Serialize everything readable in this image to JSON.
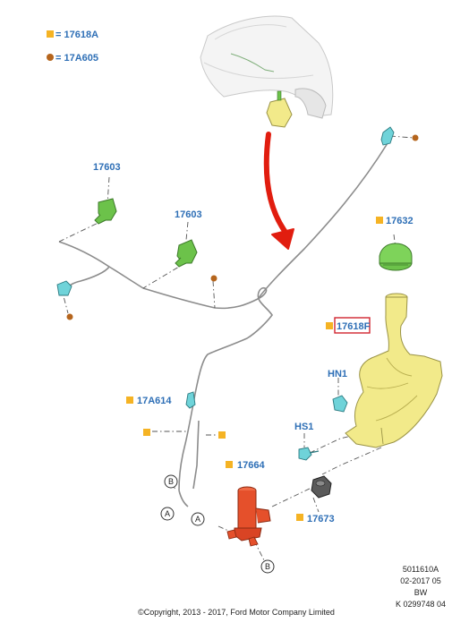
{
  "colors": {
    "part_label": "#2e6fb6",
    "square_marker": "#f5b324",
    "round_marker": "#b5651d",
    "green_part": "#6cc24a",
    "yellow_part": "#f2ea8a",
    "red_part": "#e5502b",
    "arrow": "#e11d0f",
    "highlight_box": "#d1242f"
  },
  "legend": {
    "square_part": "= 17618A",
    "round_part": "= 17A605"
  },
  "labels": {
    "nozzle_left": "17603",
    "nozzle_right": "17603",
    "cap": "17632",
    "reservoir": "17618F",
    "hn1": "HN1",
    "hs1": "HS1",
    "hose_conn": "17A614",
    "pump": "17664",
    "grommet": "17673"
  },
  "connectors": {
    "a1": "A",
    "a2": "A",
    "b1": "B",
    "b2": "B"
  },
  "footer": {
    "line1": "5011610A",
    "line2": "02-2017 05",
    "line3": "BW",
    "line4": "K 0299748 04",
    "copyright": "©Copyright, 2013 - 2017, Ford Motor Company Limited"
  }
}
